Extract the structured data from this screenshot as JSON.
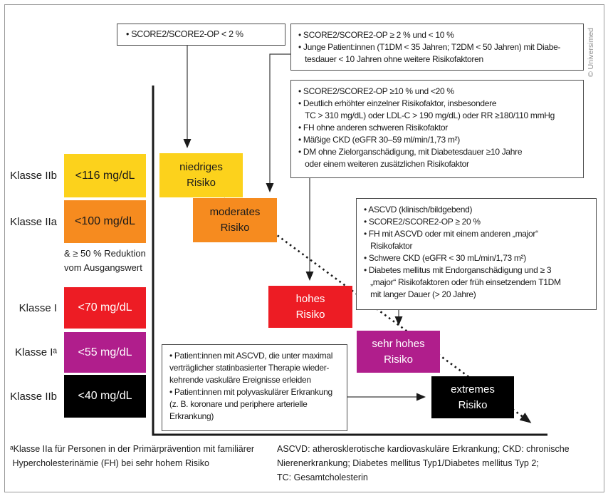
{
  "copyright": "© Universimed",
  "colors": {
    "yellow": "#fcd21c",
    "orange": "#f68b1f",
    "red": "#ed1c24",
    "magenta": "#b01e8c",
    "black": "#000000",
    "box_border": "#4d4d4d",
    "frame_border": "#999999",
    "axis": "#1a1a1a",
    "copyright_gray": "#8a8a8a"
  },
  "criteria": {
    "low": "• SCORE2/SCORE2-OP < 2 %",
    "moderate": "• SCORE2/SCORE2-OP ≥ 2 % und < 10 %\n• Junge Patient:innen (T1DM < 35 Jahren; T2DM < 50 Jahren) mit Diabe-\n   tesdauer < 10 Jahren ohne weitere Risikofaktoren",
    "high": "• SCORE2/SCORE2-OP ≥10 % und <20 %\n• Deutlich erhöhter einzelner Risikofaktor, insbesondere\n   TC > 310 mg/dL) oder LDL-C > 190 mg/dL) oder RR ≥180/110 mmHg\n• FH ohne anderen schweren Risikofaktor\n• Mäßige CKD (eGFR 30–59 ml/min/1,73 m²)\n• DM ohne Zielorganschädigung, mit Diabetesdauer ≥10 Jahre\n   oder einem weiteren zusätzlichen Risikofaktor",
    "very_high": "• ASCVD (klinisch/bildgebend)\n• SCORE2/SCORE2-OP ≥ 20 %\n• FH mit ASCVD oder mit einem anderen „major“\n   Risikofaktor\n• Schwere CKD (eGFR < 30 mL/min/1,73 m²)\n• Diabetes mellitus mit Endorganschädigung und ≥ 3\n   „major“ Risikofaktoren oder früh einsetzendem T1DM\n   mit langer Dauer (> 20 Jahre)",
    "extreme": "• Patient:innen mit ASCVD, die unter maximal\nverträglicher statinbasierter Therapie wieder-\nkehrende vaskuläre Ereignisse erleiden\n• Patient:innen mit polyvaskulärer Erkrankung\n(z. B. koronare und periphere arterielle\nErkrankung)"
  },
  "risk_steps": {
    "low": "niedriges\nRisiko",
    "moderate": "moderates\nRisiko",
    "high": "hohes\nRisiko",
    "very_high": "sehr hohes\nRisiko",
    "extreme": "extremes\nRisiko"
  },
  "classes": [
    {
      "label": "Klasse IIb",
      "value": "<116 mg/dL"
    },
    {
      "label": "Klasse IIa",
      "value": "<100 mg/dL"
    },
    {
      "label": "Klasse I",
      "value": "<70 mg/dL"
    },
    {
      "label": "Klasse Iᵃ",
      "value": "<55 mg/dL"
    },
    {
      "label": "Klasse IIb",
      "value": "<40 mg/dL"
    }
  ],
  "reduction_note": "& ≥ 50 % Reduktion\nvom Ausgangswert",
  "footnotes": {
    "left": "ᵃKlasse IIa für Personen in der Primärprävention mit familiärer\n Hypercholesterinämie (FH) bei sehr hohem Risiko",
    "right": "ASCVD: atherosklerotische kardiovaskuläre Erkrankung; CKD: chronische\nNierenerkrankung; Diabetes mellitus Typ1/Diabetes mellitus Typ 2;\nTC: Gesamtcholesterin"
  }
}
